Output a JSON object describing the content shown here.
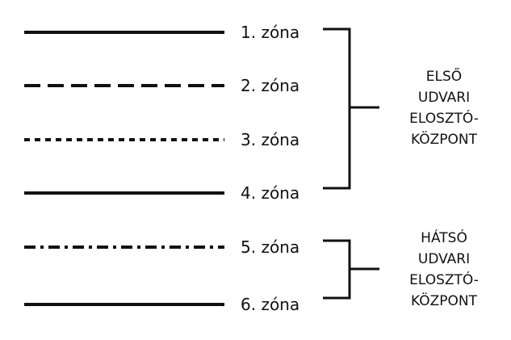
{
  "zones": [
    {
      "label": "1. zóna",
      "line_style": "solid"
    },
    {
      "label": "2. zóna",
      "line_style": "dashed"
    },
    {
      "label": "3. zóna",
      "line_style": "dotted"
    },
    {
      "label": "4. zóna",
      "line_style": "solid"
    },
    {
      "label": "5. zóna",
      "line_style": "dash-dot"
    },
    {
      "label": "6. zóna",
      "line_style": "solid"
    }
  ],
  "groups": [
    {
      "name": "front",
      "zone_range": [
        1,
        4
      ],
      "lines": [
        "ELSŐ",
        "UDVARI",
        "ELOSZTÓ-",
        "KÖZPONT"
      ]
    },
    {
      "name": "rear",
      "zone_range": [
        5,
        6
      ],
      "lines": [
        "HÁTSÓ",
        "UDVARI",
        "ELOSZTÓ-",
        "KÖZPONT"
      ]
    }
  ],
  "colors": {
    "line": "#111111",
    "text": "#111111",
    "background": "#ffffff"
  }
}
